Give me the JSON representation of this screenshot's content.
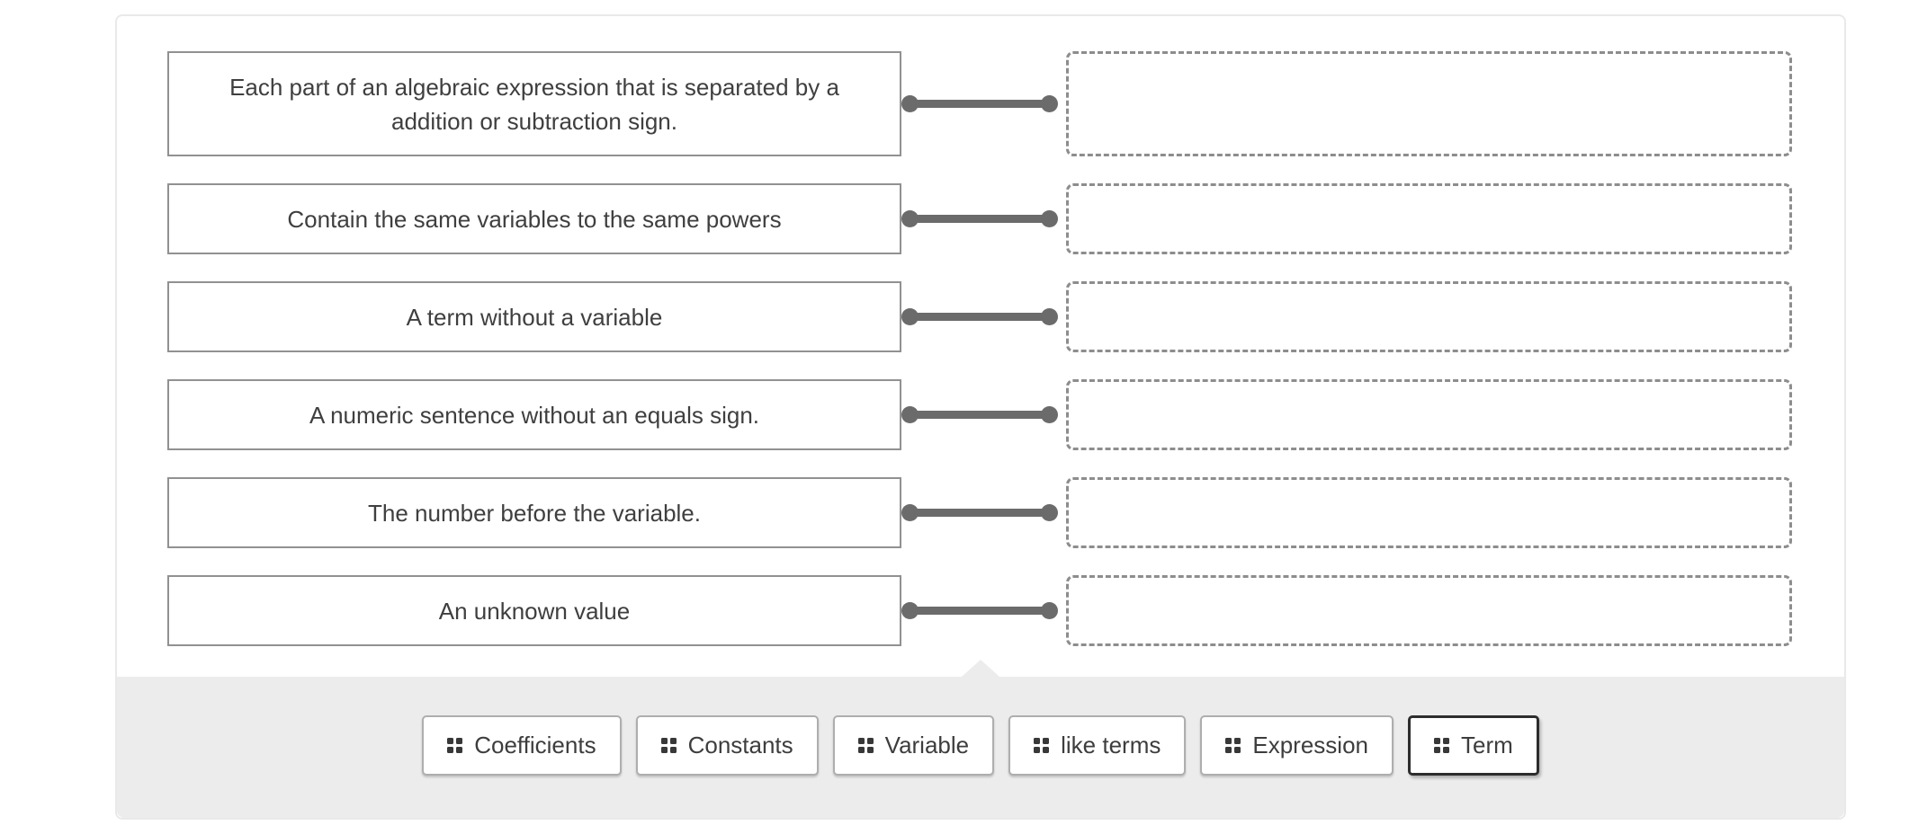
{
  "board": {
    "rows": [
      {
        "prompt": "Each part of an algebraic expression that is separated by a addition or subtraction sign."
      },
      {
        "prompt": "Contain the same variables to the same powers"
      },
      {
        "prompt": "A term without a variable"
      },
      {
        "prompt": "A numeric sentence without an equals sign."
      },
      {
        "prompt": "The number before the variable."
      },
      {
        "prompt": "An unknown value"
      }
    ]
  },
  "tray": {
    "chips": [
      {
        "label": "Coefficients"
      },
      {
        "label": "Constants"
      },
      {
        "label": "Variable"
      },
      {
        "label": "like terms"
      },
      {
        "label": "Expression"
      },
      {
        "label": "Term"
      }
    ],
    "active_chip": "Term"
  },
  "colors": {
    "connector": "#6b6b6b",
    "prompt_border": "#919191",
    "dropzone_border": "#8d8d8d",
    "tray_background": "#ececec",
    "chip_border": "#aeaeae",
    "chip_active_border": "#2d2d2d",
    "text": "#3f3f3f",
    "card_border": "#e9e9e9"
  }
}
